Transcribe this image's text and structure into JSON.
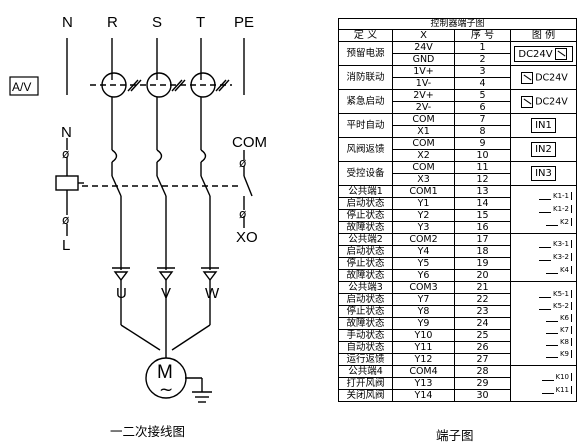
{
  "wiring": {
    "phase_labels": [
      "N",
      "R",
      "S",
      "T",
      "PE"
    ],
    "meter_label": "A/V",
    "left_top_label": "N",
    "left_bottom_label": "L",
    "com_label": "COM",
    "xo_label": "XO",
    "output_labels": [
      "U",
      "V",
      "W"
    ],
    "motor_letter": "M",
    "motor_symbol": "~",
    "caption": "一二次接线图"
  },
  "table": {
    "title": "控制器端子图",
    "headers": [
      "定 义",
      "X",
      "序 号",
      "图 例"
    ],
    "rows": [
      {
        "def": "预留电源",
        "x": "24V",
        "no": "1"
      },
      {
        "def": "",
        "x": "GND",
        "no": "2"
      },
      {
        "def": "消防联动",
        "x": "1V+",
        "no": "3"
      },
      {
        "def": "",
        "x": "1V-",
        "no": "4"
      },
      {
        "def": "紧急启动",
        "x": "2V+",
        "no": "5"
      },
      {
        "def": "",
        "x": "2V-",
        "no": "6"
      },
      {
        "def": "平时自动",
        "x": "COM",
        "no": "7"
      },
      {
        "def": "",
        "x": "X1",
        "no": "8"
      },
      {
        "def": "风阀返馈",
        "x": "COM",
        "no": "9"
      },
      {
        "def": "",
        "x": "X2",
        "no": "10"
      },
      {
        "def": "受控设备",
        "x": "COM",
        "no": "11"
      },
      {
        "def": "",
        "x": "X3",
        "no": "12"
      },
      {
        "def": "公共端1",
        "x": "COM1",
        "no": "13"
      },
      {
        "def": "启动状态",
        "x": "Y1",
        "no": "14"
      },
      {
        "def": "停止状态",
        "x": "Y2",
        "no": "15"
      },
      {
        "def": "故障状态",
        "x": "Y3",
        "no": "16"
      },
      {
        "def": "公共端2",
        "x": "COM2",
        "no": "17"
      },
      {
        "def": "启动状态",
        "x": "Y4",
        "no": "18"
      },
      {
        "def": "停止状态",
        "x": "Y5",
        "no": "19"
      },
      {
        "def": "故障状态",
        "x": "Y6",
        "no": "20"
      },
      {
        "def": "公共端3",
        "x": "COM3",
        "no": "21"
      },
      {
        "def": "启动状态",
        "x": "Y7",
        "no": "22"
      },
      {
        "def": "停止状态",
        "x": "Y8",
        "no": "23"
      },
      {
        "def": "故障状态",
        "x": "Y9",
        "no": "24"
      },
      {
        "def": "手动状态",
        "x": "Y10",
        "no": "25"
      },
      {
        "def": "自动状态",
        "x": "Y11",
        "no": "26"
      },
      {
        "def": "运行返馈",
        "x": "Y12",
        "no": "27"
      },
      {
        "def": "公共端4",
        "x": "COM4",
        "no": "28"
      },
      {
        "def": "打开风阀",
        "x": "Y13",
        "no": "29"
      },
      {
        "def": "关闭风阀",
        "x": "Y14",
        "no": "30"
      }
    ],
    "legend": {
      "pwr": "DC24V",
      "fire": "DC24V",
      "emerg": "DC24V",
      "in1": "IN1",
      "in2": "IN2",
      "in3": "IN3",
      "g1": [
        "K1-1",
        "K1-2",
        "K2"
      ],
      "g2": [
        "K3-1",
        "K3-2",
        "K4"
      ],
      "g3": [
        "K5-1",
        "K5-2",
        "K6",
        "K7",
        "K8",
        "K9"
      ],
      "g4": [
        "K10",
        "K11"
      ]
    },
    "caption": "端子图"
  }
}
